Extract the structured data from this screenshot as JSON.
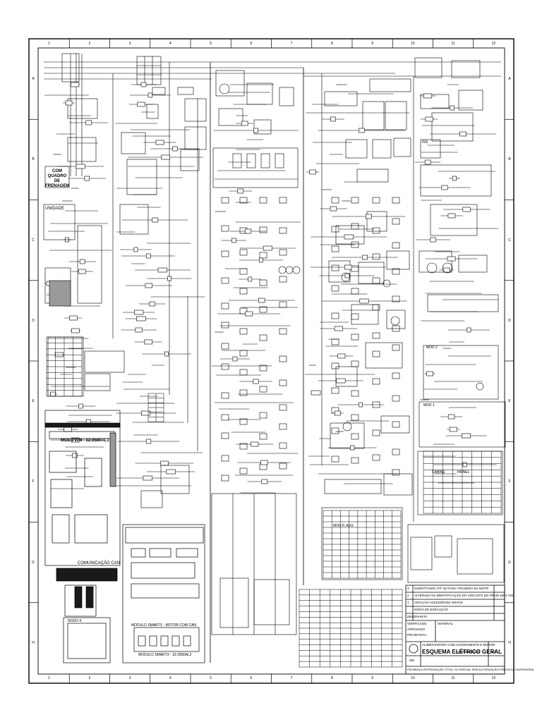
{
  "sheet": {
    "columns": [
      "1",
      "2",
      "3",
      "4",
      "5",
      "6",
      "7",
      "8",
      "9",
      "10",
      "11",
      "12"
    ],
    "rows": [
      "A",
      "B",
      "C",
      "D",
      "E",
      "F",
      "G",
      "H"
    ]
  },
  "labels": {
    "com_quadro": "COM QUADRO DE FRENAGEM",
    "unidade": "UNIDADE",
    "mod_pwm_top": "MOD.PWM - 32.0580AL1",
    "comunicacao_can": "COMUNICAÇÃO CAN",
    "mod_p_aux": "MOD P. AUX",
    "nodo_4": "NODO 4",
    "cabine": "CABINE",
    "mod_com_can": "MODULO SMARTX - MOTOR COM CAN",
    "modulo_smartx": "MODULO SMARTX - 32.0580AL2",
    "mod_2": "MOD 2",
    "mod_1": "MOD 1",
    "painel": "PAINEL",
    "ins": "INS"
  },
  "title_block": {
    "rev_rows": [
      {
        "n": "3",
        "text": "SUBSTITUIDO 27F SO PARA TRASEIRA DA MOTR"
      },
      {
        "n": "2",
        "text": "ALTERADA NA IDENTIFICAÇÃO DO CIRCUITO DO FREIO DE 2 VIS"
      },
      {
        "n": "1",
        "text": "CRIAÇÃO ACESSÓRIOS NOVOS"
      },
      {
        "n": "",
        "text": "INÍCIO DE EXECUÇÃO"
      }
    ],
    "drawn": "DESENHISTA",
    "checked": "VERIFICADO",
    "approved": "APROVADO",
    "project": "PROJETISTA",
    "material": "MATERIAL",
    "subtitle": "ALIMENTADORA COM ACIONAMENTO E MOTOR",
    "title": "ESQUEMA ELÉTRICO GERAL",
    "drawing_no": "2M3050/0B21/2",
    "sheet_no": "1/2",
    "scale": "S/E",
    "warning": "PROIBIDA A REPRODUÇÃO TOTAL OU PARCIAL SEM AUTORIZAÇÃO PRÉVIA DA ENGENHARIA"
  },
  "colors": {
    "ink": "#000000",
    "paper": "#ffffff",
    "fill_dark": "#1a1a1a",
    "fill_grey": "#9a9a9a"
  }
}
